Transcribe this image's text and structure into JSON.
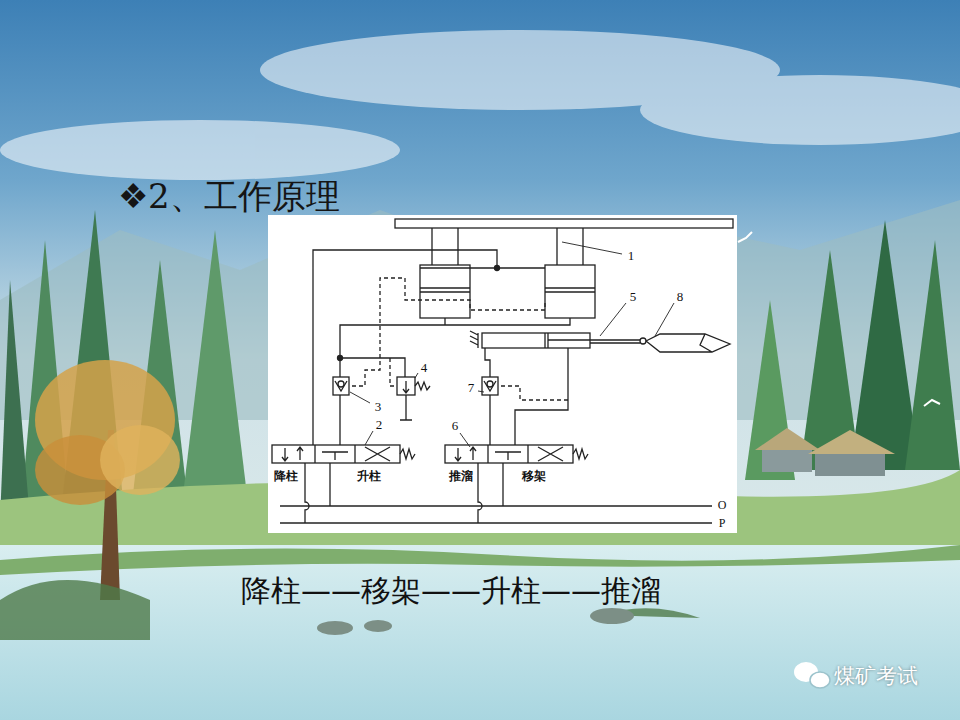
{
  "diagram": {
    "title": "❖2、工作原理",
    "caption": "降柱——移架——升柱——推溜",
    "labels": [
      "1",
      "2",
      "3",
      "4",
      "5",
      "6",
      "7",
      "8",
      "降柱",
      "升柱",
      "推溜",
      "移架",
      "O",
      "P",
      "煤矿考试"
    ]
  }
}
